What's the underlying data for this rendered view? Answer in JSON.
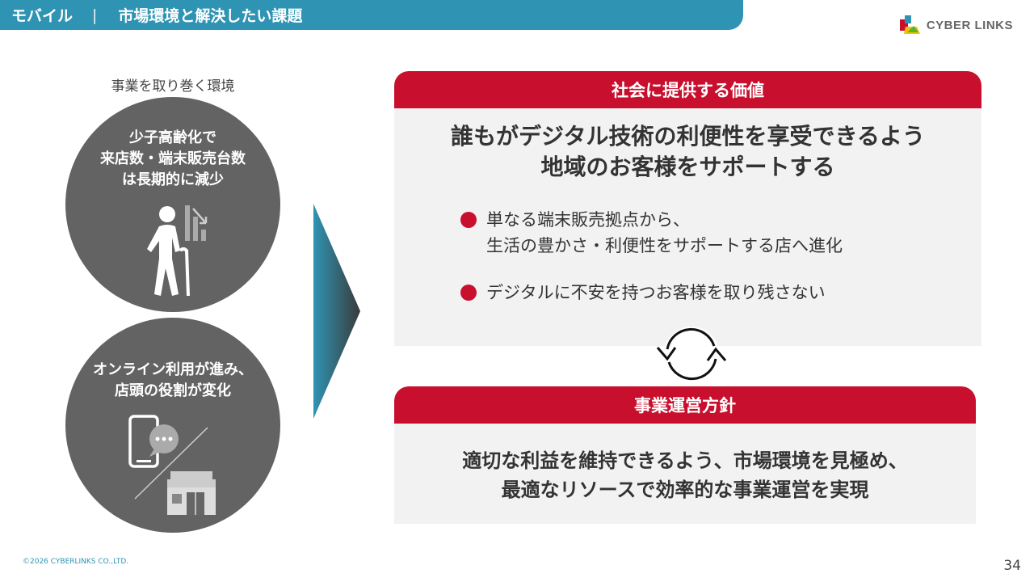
{
  "header": {
    "category": "モバイル",
    "separator": "|",
    "title": "市場環境と解決したい課題"
  },
  "logo": {
    "text": "CYBER LINKS"
  },
  "environment": {
    "label": "事業を取り巻く環境",
    "circle1": {
      "lines": [
        "少子高齢化で",
        "来店数・端末販売台数",
        "は長期的に減少"
      ],
      "icon": "elderly-person-declining-chart-icon"
    },
    "circle2": {
      "lines": [
        "オンライン利用が進み、",
        "店頭の役割が変化"
      ],
      "icon": "smartphone-chat-vs-store-icon"
    }
  },
  "social_value": {
    "header": "社会に提供する価値",
    "title_lines": [
      "誰もがデジタル技術の利便性を享受できるよう",
      "地域のお客様をサポートする"
    ],
    "bullets": [
      {
        "lines": [
          "単なる端末販売拠点から、",
          "生活の豊かさ・利便性をサポートする店へ進化"
        ]
      },
      {
        "lines": [
          "デジタルに不安を持つお客様を取り残さない"
        ]
      }
    ]
  },
  "policy": {
    "header": "事業運営方針",
    "lines": [
      "適切な利益を維持できるよう、市場環境を見極め、",
      "最適なリソースで効率的な事業運営を実現"
    ]
  },
  "footer": {
    "copyright": "©2026 CYBERLINKS CO.,LTD.",
    "page_number": "34"
  },
  "colors": {
    "header_blue": "#2f94b3",
    "accent_red": "#c8102e",
    "circle_gray": "#636363",
    "panel_bg": "#f2f2f2"
  }
}
